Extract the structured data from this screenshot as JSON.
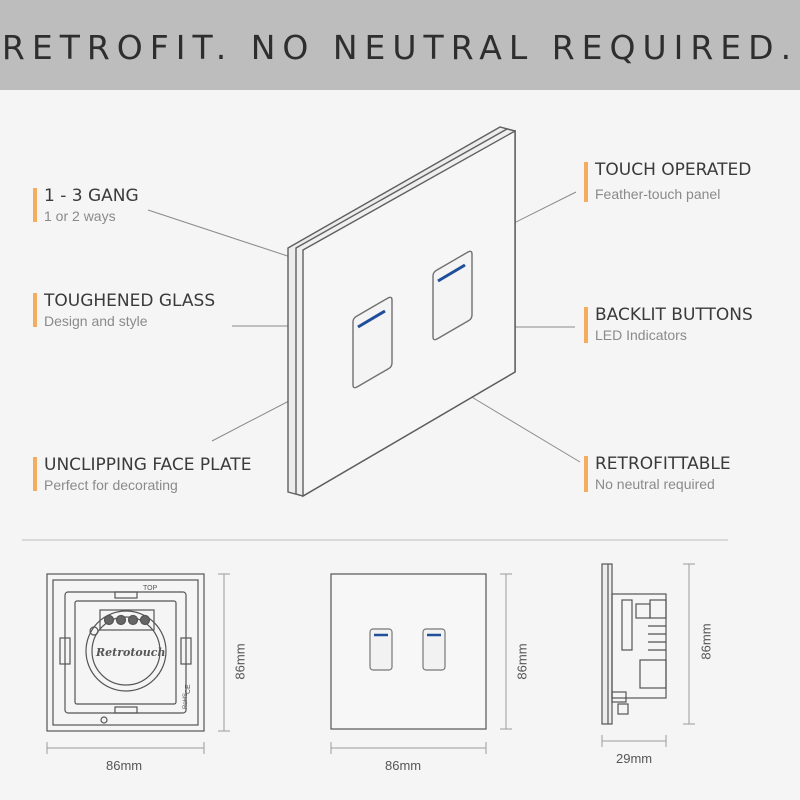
{
  "header": {
    "title": "RETROFIT. NO NEUTRAL REQUIRED."
  },
  "callouts": [
    {
      "title": "1 - 3 GANG",
      "subtitle": "1 or 2 ways"
    },
    {
      "title": "TOUGHENED GLASS",
      "subtitle": "Design and style"
    },
    {
      "title": "UNCLIPPING FACE PLATE",
      "subtitle": "Perfect for decorating"
    },
    {
      "title": "TOUCH OPERATED",
      "subtitle": "Feather-touch panel"
    },
    {
      "title": "BACKLIT BUTTONS",
      "subtitle": "LED Indicators"
    },
    {
      "title": "RETROFITTABLE",
      "subtitle": "No neutral required"
    }
  ],
  "back_view": {
    "top_mark": "TOP",
    "brand": "Retrotouch",
    "width": "86mm",
    "height": "86mm",
    "ce_mark": "CE",
    "rohs_mark": "RoHS"
  },
  "front_view": {
    "width": "86mm",
    "height": "86mm"
  },
  "side_view": {
    "depth": "29mm",
    "height": "86mm"
  },
  "colors": {
    "accent": "#f4ad5e",
    "banner": "#bdbdbd",
    "led": "#1f4e9a",
    "line": "#6a6a6a"
  }
}
